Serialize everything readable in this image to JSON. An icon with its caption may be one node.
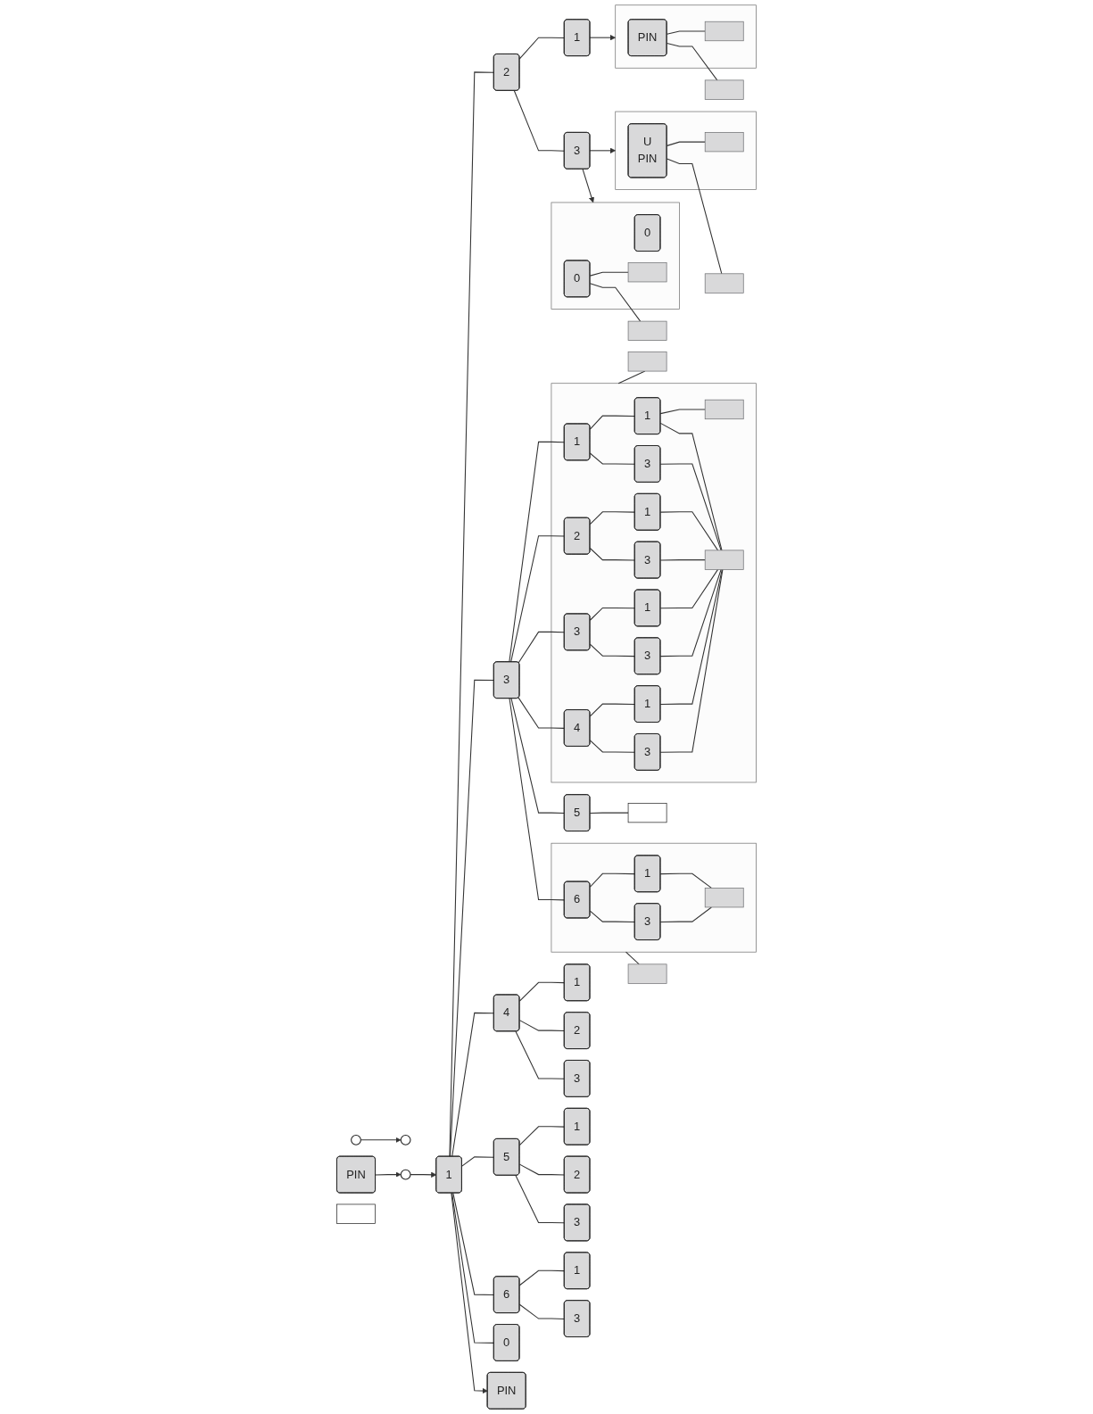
{
  "diagram": {
    "nodes": [
      {
        "text": [],
        "shape": "circle"
      },
      {
        "text": [],
        "shape": "circle"
      },
      {
        "text": [
          "PIN"
        ]
      },
      {
        "text": [],
        "shape": "circle"
      },
      {
        "text": [
          "1"
        ]
      },
      {
        "text": [
          "PIN"
        ]
      },
      {
        "text": [
          "2"
        ]
      },
      {
        "text": [
          "1"
        ]
      },
      {
        "text": [
          "3"
        ]
      },
      {
        "text": [],
        "shape": "box"
      },
      {
        "text": [
          "PIN"
        ],
        "in": 9
      },
      {
        "text": [],
        "shape": "bar",
        "in": 9
      },
      {
        "text": [],
        "shape": "bar"
      },
      {
        "text": [],
        "shape": "box"
      },
      {
        "text": [
          "U",
          "PIN"
        ],
        "in": 13
      },
      {
        "text": [],
        "shape": "bar",
        "in": 13
      },
      {
        "text": [],
        "shape": "bar"
      },
      {
        "text": [],
        "shape": "box"
      },
      {
        "text": [
          "0"
        ],
        "in": 17
      },
      {
        "text": [
          "0"
        ],
        "in": 17
      },
      {
        "text": [],
        "shape": "bar",
        "in": 17
      },
      {
        "text": [],
        "shape": "bar"
      },
      {
        "text": [
          "3"
        ]
      },
      {
        "text": [],
        "shape": "box"
      },
      {
        "text": [
          "1"
        ],
        "in": 23
      },
      {
        "text": [
          "1"
        ],
        "in": 23
      },
      {
        "text": [],
        "shape": "bar",
        "in": 23
      },
      {
        "text": [
          "3"
        ],
        "in": 23
      },
      {
        "text": [
          "2"
        ],
        "in": 23
      },
      {
        "text": [
          "1"
        ],
        "in": 23
      },
      {
        "text": [
          "3"
        ],
        "in": 23
      },
      {
        "text": [],
        "shape": "bar",
        "in": 23
      },
      {
        "text": [
          "3"
        ],
        "in": 23
      },
      {
        "text": [
          "1"
        ],
        "in": 23
      },
      {
        "text": [
          "3"
        ],
        "in": 23
      },
      {
        "text": [
          "4"
        ],
        "in": 23
      },
      {
        "text": [
          "1"
        ],
        "in": 23
      },
      {
        "text": [
          "3"
        ],
        "in": 23
      },
      {
        "text": [],
        "shape": "bar"
      },
      {
        "text": [
          "5"
        ]
      },
      {
        "text": [],
        "shape": "box"
      },
      {
        "text": [],
        "shape": "box"
      },
      {
        "text": [
          "6"
        ],
        "in": 41
      },
      {
        "text": [
          "1"
        ],
        "in": 41
      },
      {
        "text": [
          "3"
        ],
        "in": 41
      },
      {
        "text": [],
        "shape": "bar",
        "in": 41
      },
      {
        "text": [],
        "shape": "bar"
      },
      {
        "text": [
          "4"
        ]
      },
      {
        "text": [
          "1"
        ]
      },
      {
        "text": [
          "2"
        ]
      },
      {
        "text": [
          "3"
        ]
      },
      {
        "text": [
          "5"
        ]
      },
      {
        "text": [
          "1"
        ]
      },
      {
        "text": [
          "2"
        ]
      },
      {
        "text": [
          "3"
        ]
      },
      {
        "text": [],
        "shape": "box"
      },
      {
        "text": [
          "6"
        ]
      },
      {
        "text": [
          "1"
        ]
      },
      {
        "text": [
          "3"
        ]
      },
      {
        "text": [
          "0"
        ]
      }
    ],
    "edges": [
      {
        "from": 0,
        "to": 1,
        "arrow": "to"
      },
      {
        "from": 2,
        "to": 3,
        "arrow": "to"
      },
      {
        "from": 3,
        "to": 4,
        "arrow": "to"
      },
      {
        "from": 4,
        "to": 6,
        "arrow": "none"
      },
      {
        "from": 4,
        "to": 22,
        "arrow": "none"
      },
      {
        "from": 4,
        "to": 47,
        "arrow": "none"
      },
      {
        "from": 4,
        "to": 51,
        "arrow": "none"
      },
      {
        "from": 4,
        "to": 56,
        "arrow": "none"
      },
      {
        "from": 4,
        "to": 59,
        "arrow": "none"
      },
      {
        "from": 4,
        "to": 5,
        "arrow": "to"
      },
      {
        "from": 6,
        "to": 7,
        "arrow": "none"
      },
      {
        "from": 6,
        "to": 8,
        "arrow": "none"
      },
      {
        "from": 7,
        "to": 9,
        "arrow": "to"
      },
      {
        "from": 10,
        "to": 11,
        "arrow": "none"
      },
      {
        "from": 10,
        "to": 12,
        "arrow": "none"
      },
      {
        "from": 8,
        "to": 13,
        "arrow": "to"
      },
      {
        "from": 8,
        "to": 17,
        "arrow": "to"
      },
      {
        "from": 14,
        "to": 15,
        "arrow": "none"
      },
      {
        "from": 14,
        "to": 16,
        "arrow": "none"
      },
      {
        "from": 19,
        "to": 20,
        "arrow": "none"
      },
      {
        "from": 19,
        "to": 21,
        "arrow": "none"
      },
      {
        "from": 22,
        "to": 24,
        "arrow": "none"
      },
      {
        "from": 22,
        "to": 28,
        "arrow": "none"
      },
      {
        "from": 22,
        "to": 32,
        "arrow": "none"
      },
      {
        "from": 22,
        "to": 35,
        "arrow": "none"
      },
      {
        "from": 22,
        "to": 39,
        "arrow": "none"
      },
      {
        "from": 22,
        "to": 42,
        "arrow": "none"
      },
      {
        "from": 24,
        "to": 25,
        "arrow": "none"
      },
      {
        "from": 24,
        "to": 27,
        "arrow": "none"
      },
      {
        "from": 28,
        "to": 29,
        "arrow": "none"
      },
      {
        "from": 28,
        "to": 30,
        "arrow": "none"
      },
      {
        "from": 32,
        "to": 33,
        "arrow": "none"
      },
      {
        "from": 32,
        "to": 34,
        "arrow": "none"
      },
      {
        "from": 35,
        "to": 36,
        "arrow": "none"
      },
      {
        "from": 35,
        "to": 37,
        "arrow": "none"
      },
      {
        "from": 25,
        "to": 26,
        "arrow": "none"
      },
      {
        "from": 25,
        "to": 31,
        "arrow": "none"
      },
      {
        "from": 27,
        "to": 31,
        "arrow": "none"
      },
      {
        "from": 29,
        "to": 31,
        "arrow": "none"
      },
      {
        "from": 30,
        "to": 31,
        "arrow": "none"
      },
      {
        "from": 33,
        "to": 31,
        "arrow": "none"
      },
      {
        "from": 34,
        "to": 31,
        "arrow": "none"
      },
      {
        "from": 36,
        "to": 31,
        "arrow": "none"
      },
      {
        "from": 37,
        "to": 31,
        "arrow": "none"
      },
      {
        "from": 23,
        "to": 38,
        "arrow": "none"
      },
      {
        "from": 39,
        "to": 40,
        "arrow": "none"
      },
      {
        "from": 42,
        "to": 43,
        "arrow": "none"
      },
      {
        "from": 42,
        "to": 44,
        "arrow": "none"
      },
      {
        "from": 43,
        "to": 45,
        "arrow": "none"
      },
      {
        "from": 44,
        "to": 45,
        "arrow": "none"
      },
      {
        "from": 41,
        "to": 46,
        "arrow": "none"
      },
      {
        "from": 47,
        "to": 48,
        "arrow": "none"
      },
      {
        "from": 47,
        "to": 49,
        "arrow": "none"
      },
      {
        "from": 47,
        "to": 50,
        "arrow": "none"
      },
      {
        "from": 51,
        "to": 52,
        "arrow": "none"
      },
      {
        "from": 51,
        "to": 53,
        "arrow": "none"
      },
      {
        "from": 51,
        "to": 54,
        "arrow": "none"
      },
      {
        "from": 56,
        "to": 57,
        "arrow": "none"
      },
      {
        "from": 56,
        "to": 58,
        "arrow": "none"
      }
    ]
  }
}
